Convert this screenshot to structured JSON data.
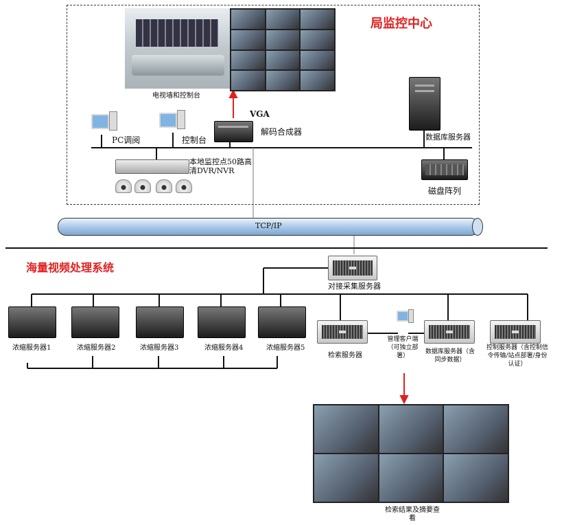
{
  "sections": {
    "local_center": "局监控中心",
    "massive_video": "海量视频处理系统"
  },
  "nodes": {
    "tv_wall": "电视墙和控制台",
    "vga": "VGA",
    "decoder": "解码合成器",
    "pc_view": "PC调阅",
    "console": "控制台",
    "local_dvr": "本地监控点50路高清DVR/NVR",
    "db_server_top": "数据库服务器",
    "disk_array": "磁盘阵列",
    "network": "TCP/IP",
    "docking_server": "对接采集服务器",
    "condense_servers": [
      "浓缩服务器1",
      "浓缩服务器2",
      "浓缩服务器3",
      "浓缩服务器4",
      "浓缩服务器5"
    ],
    "search_server": "检索服务器",
    "mgmt_client": "管理客户端（可独立部署）",
    "db_server_sync": "数据库服务器（含同步数据）",
    "control_server": "控制服务器（含控制信令传输/站点部署/身份认证）",
    "result_view": "检索结果及摘要查看"
  },
  "colors": {
    "accent_red": "#e02020",
    "pipe_blue": "#a7c6e6"
  },
  "icons": [
    "server-icon",
    "monitor-icon",
    "camera-icon",
    "disk-array-icon",
    "video-wall-icon"
  ]
}
